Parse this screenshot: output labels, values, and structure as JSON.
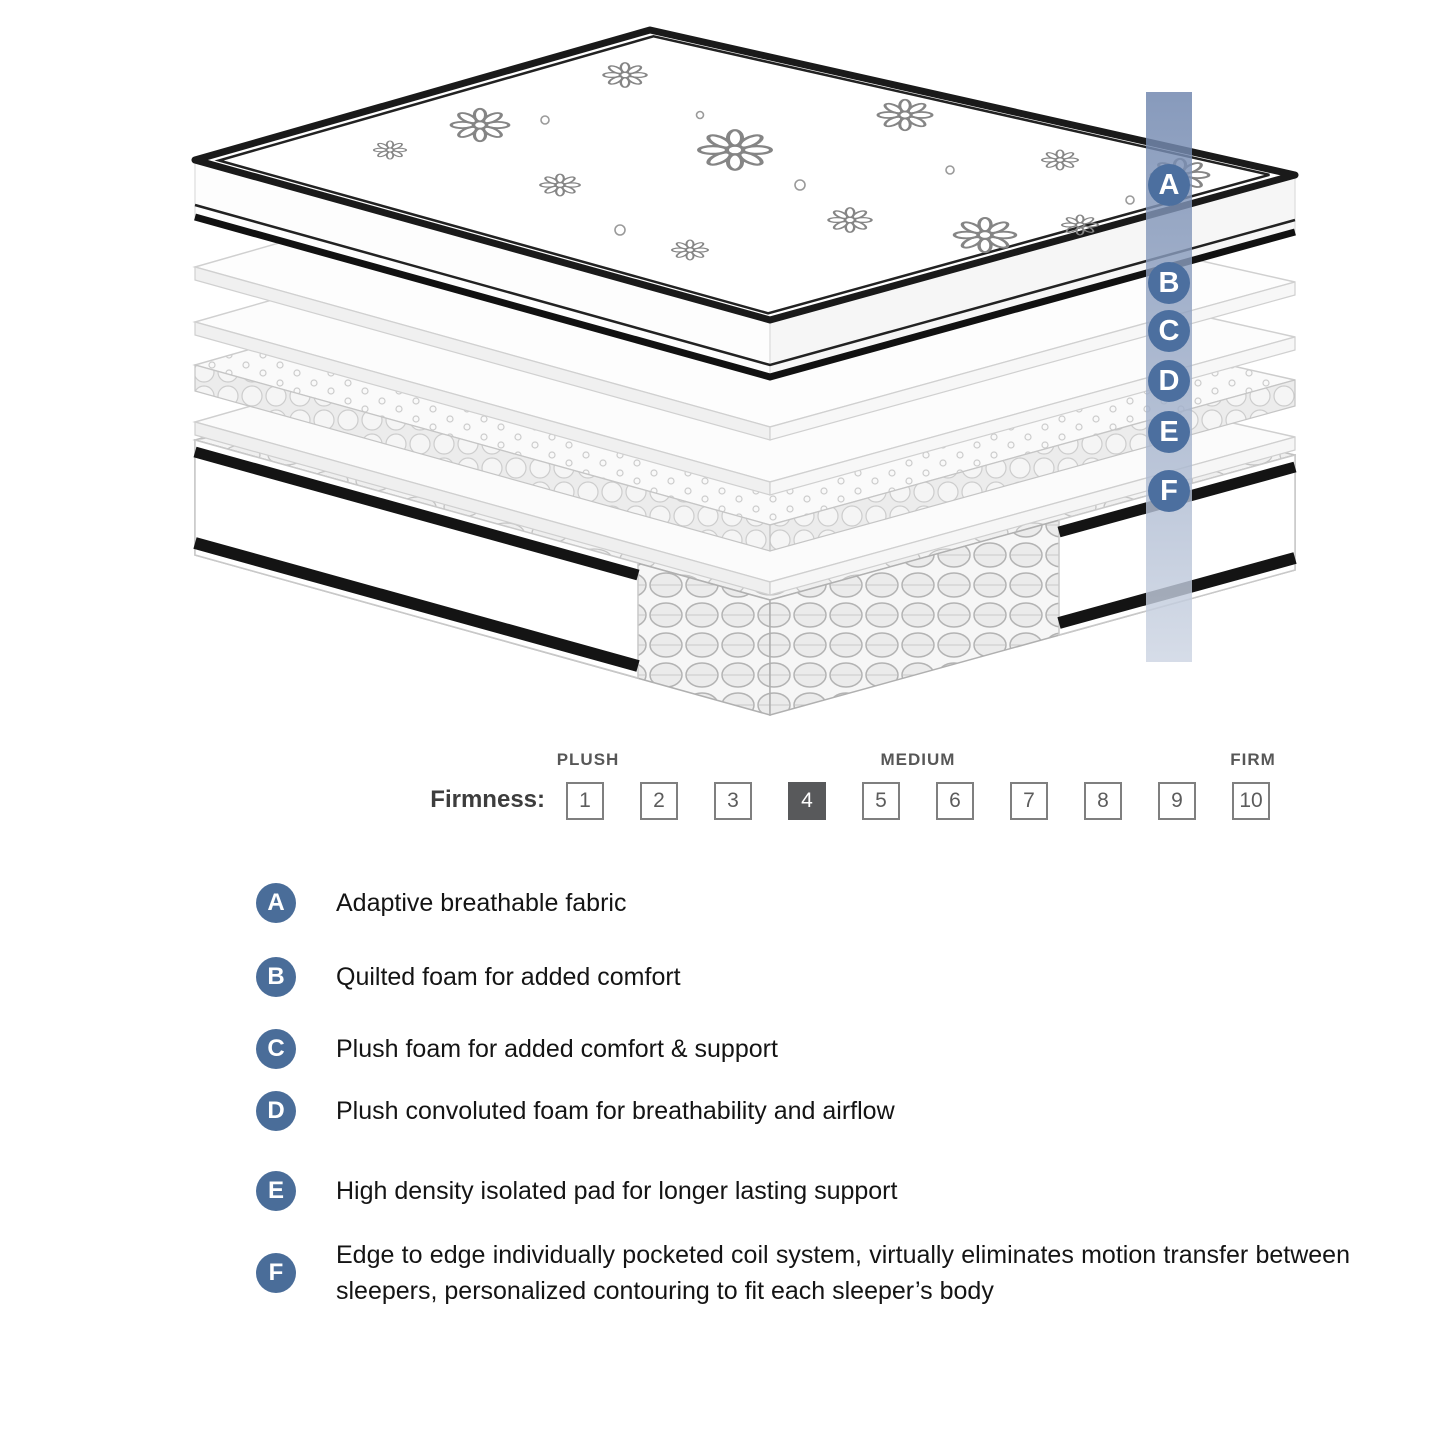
{
  "firmness": {
    "label": "Firmness:",
    "plush": "PLUSH",
    "medium": "MEDIUM",
    "firm": "FIRM",
    "levels": [
      "1",
      "2",
      "3",
      "4",
      "5",
      "6",
      "7",
      "8",
      "9",
      "10"
    ],
    "selected_level": "4"
  },
  "legend": [
    {
      "letter": "A",
      "text": "Adaptive breathable fabric"
    },
    {
      "letter": "B",
      "text": "Quilted foam for added comfort"
    },
    {
      "letter": "C",
      "text": "Plush foam for added comfort & support"
    },
    {
      "letter": "D",
      "text": "Plush convoluted foam for breathability and airflow"
    },
    {
      "letter": "E",
      "text": "High density isolated pad for longer lasting support"
    },
    {
      "letter": "F",
      "text": "Edge to edge individually pocketed coil system, virtually eliminates motion transfer between sleepers, personalized contouring to fit each sleeper’s body"
    }
  ],
  "colors": {
    "badge_blue": "#4a6d99",
    "band_blue_top": "#6d84ad",
    "band_blue_bottom": "#cdd5e3",
    "selected_box": "#58595b"
  }
}
